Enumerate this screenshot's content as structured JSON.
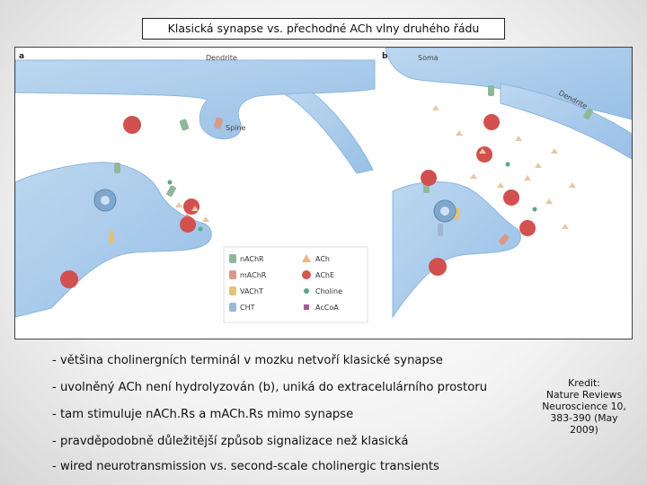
{
  "title": "Klasická synapse vs. přechodné ACh vlny druhého řádu",
  "figure": {
    "panel_a": "a",
    "panel_b": "b",
    "labels": {
      "dendrite": "Dendrite",
      "spine": "Spine",
      "soma": "Soma",
      "dendrite_b": "Dendrite"
    },
    "legend": [
      {
        "label": "nAChR",
        "icon": "nachr-receptor-icon",
        "color": "#8fb89a"
      },
      {
        "label": "mAChR",
        "icon": "machr-receptor-icon",
        "color": "#d79a8a"
      },
      {
        "label": "VAChT",
        "icon": "vacht-transporter-icon",
        "color": "#e2c27a"
      },
      {
        "label": "CHT",
        "icon": "cht-transporter-icon",
        "color": "#9cb8d6"
      },
      {
        "label": "ACh",
        "icon": "ach-triangle-icon",
        "color": "#e8b98a"
      },
      {
        "label": "AChE",
        "icon": "ache-enzyme-icon",
        "color": "#d9534f"
      },
      {
        "label": "Choline",
        "icon": "choline-dot-icon",
        "color": "#5aa58a"
      },
      {
        "label": "AcCoA",
        "icon": "accoa-square-icon",
        "color": "#a05a9a"
      }
    ],
    "colors": {
      "neuron": "#a9cbea",
      "neuron_edge": "#8db6dd",
      "ache": "#d2504f"
    }
  },
  "bullets": [
    "- většina cholinergních terminál v mozku netvoří klasické synapse",
    "- uvolněný ACh není hydrolyzován (b), uniká do extracelulárního prostoru",
    "- tam stimuluje nACh.Rs a mACh.Rs mimo synapse",
    "- pravděpodobně důležitější způsob signalizace než klasická",
    "- wired neurotransmission vs. second-scale cholinergic transients"
  ],
  "credit": [
    "Kredit:",
    "Nature Reviews",
    "Neuroscience 10,",
    "383-390 (May",
    "2009)"
  ]
}
